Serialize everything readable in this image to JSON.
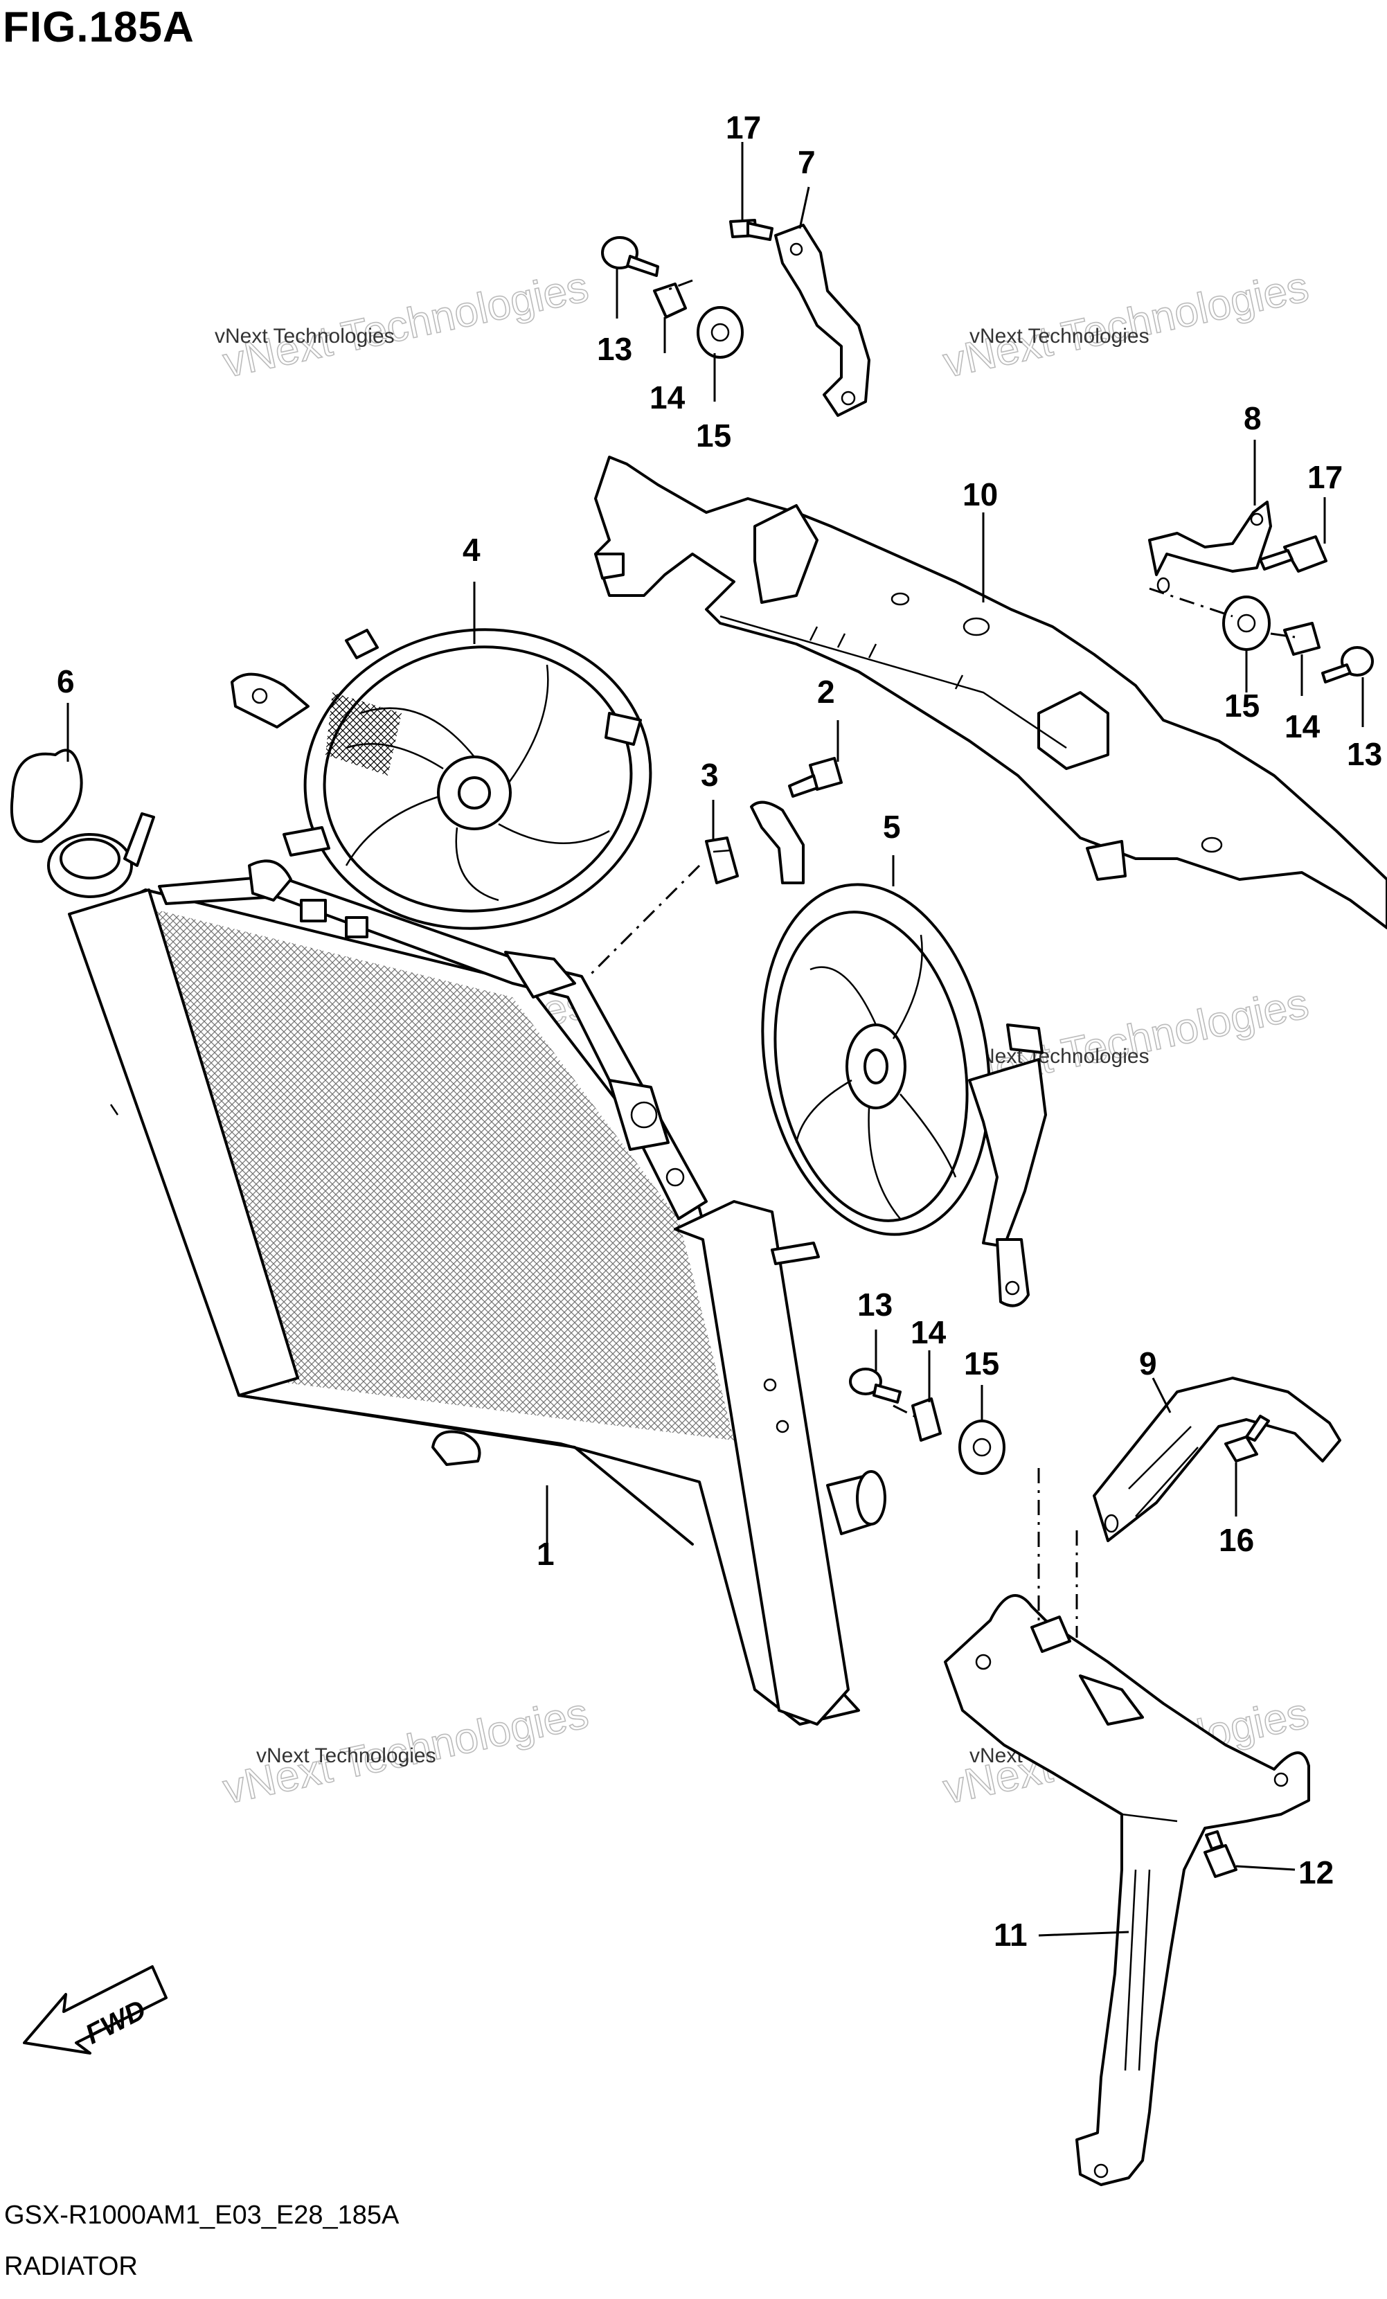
{
  "figure": {
    "title": "FIG.185A",
    "code": "GSX-R1000AM1_E03_E28_185A",
    "name": "RADIATOR"
  },
  "fwd_label": "FWD",
  "watermark": {
    "line1": "vNext Technologies",
    "line2": "vNext Technologies"
  },
  "callouts": [
    "1",
    "2",
    "3",
    "4",
    "5",
    "6",
    "7",
    "8",
    "9",
    "10",
    "11",
    "12",
    "13",
    "14",
    "15",
    "16",
    "17",
    "13",
    "14",
    "15",
    "13",
    "14",
    "15",
    "17"
  ]
}
